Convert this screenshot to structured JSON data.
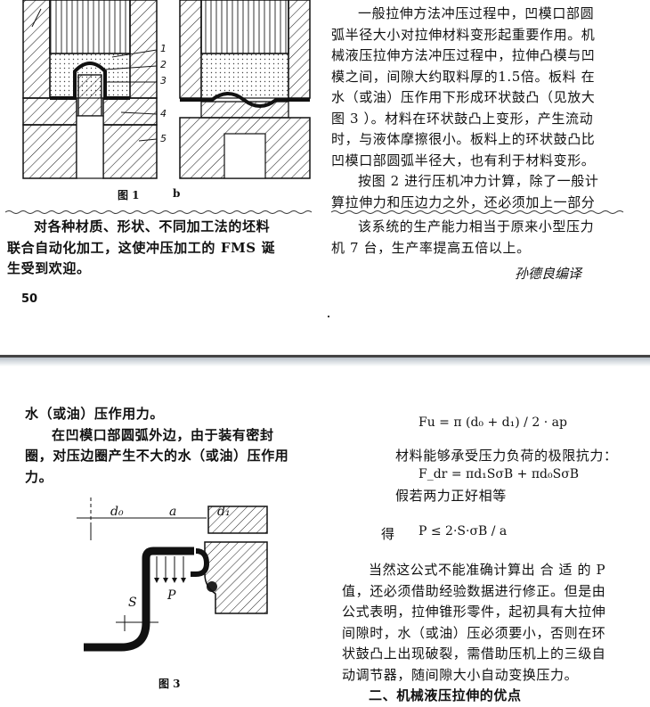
{
  "top": {
    "fig1": {
      "labels": [
        "1",
        "2",
        "3",
        "4",
        "5"
      ],
      "caption": "图 1",
      "b_label": "b"
    },
    "right_col_lines": [
      "一般拉伸方法冲压过程中，凹模口部圆",
      "弧半径大小对拉伸材料变形起重要作用。机",
      "械液压拉伸方法冲压过程中，拉伸凸模与凹",
      "模之间，间隙大约取料厚的1.5倍。板料 在",
      "水（或油）压作用下形成环状鼓凸（见放大",
      "图 3 ）。材料在环状鼓凸上变形，产生流动",
      "时，与液体摩擦很小。板料上的环状鼓凸比",
      "凹模口部圆弧半径大，也有利于材料变形。",
      "按图 2 进行压机冲力计算，除了一般计",
      "算拉伸力和压边力之外，还必须加上一部分"
    ],
    "left_bottom_lines": [
      "对各种材质、形状、不同加工法的坯料",
      "联合自动化加工，这使冲压加工的 FMS 诞",
      "生受到欢迎。"
    ],
    "page_number": "50",
    "right_bottom_lines": [
      "该系统的生产能力相当于原来小型压力",
      "机 7 台，生产率提高五倍以上。"
    ],
    "signature": "孙德良编译"
  },
  "bottom": {
    "left_lines": [
      "水（或油）压作用力。",
      "在凹模口部圆弧外边，由于装有密封",
      "圈，对压边圈产生不大的水（或油）压作用",
      "力。"
    ],
    "fig3": {
      "labels": {
        "d0": "d₀",
        "a": "a",
        "d1": "d₁",
        "S": "S",
        "P": "P"
      },
      "caption": "图 3"
    },
    "formula1": "Fu = π (d₀ + d₁) / 2 · ap",
    "text_limit": "材料能够承受压力负荷的极限抗力：",
    "formula2": "F_dr = πd₁SσB + πd₀SσB",
    "text_assume": "假若两力正好相等",
    "de": "得",
    "formula3": "P ≤ 2·S·σB / a",
    "right_lines": [
      "当然这公式不能准确计算出 合 适 的 P",
      "值，还必须借助经验数据进行修正。但是由",
      "公式表明，拉伸锥形零件，起初具有大拉伸",
      "间隙时，水（或油）压必须要小，否则在环",
      "状鼓凸上出现破裂，需借助压机上的三级自",
      "动调节器，随间隙大小自动变换压力。",
      "二、机械液压拉伸的优点"
    ]
  }
}
